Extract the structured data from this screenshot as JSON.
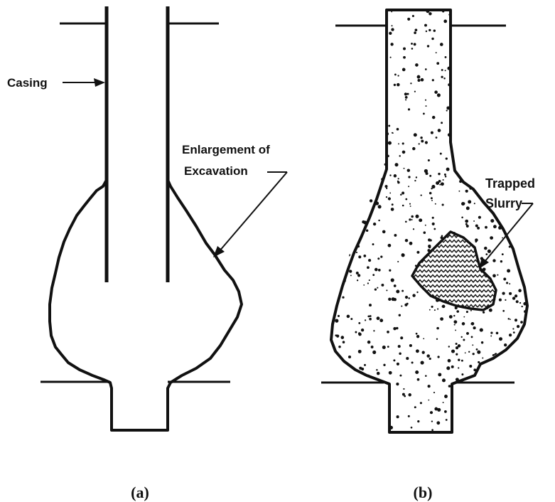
{
  "panel_a": {
    "label_casing": "Casing",
    "label_enlargement_line1": "Enlargement of",
    "label_enlargement_line2": "Excavation",
    "caption": "(a)"
  },
  "panel_b": {
    "label_trapped_line1": "Trapped",
    "label_trapped_line2": "Slurry",
    "caption": "(b)"
  },
  "colors": {
    "ink": "#111111",
    "background": "#ffffff"
  }
}
